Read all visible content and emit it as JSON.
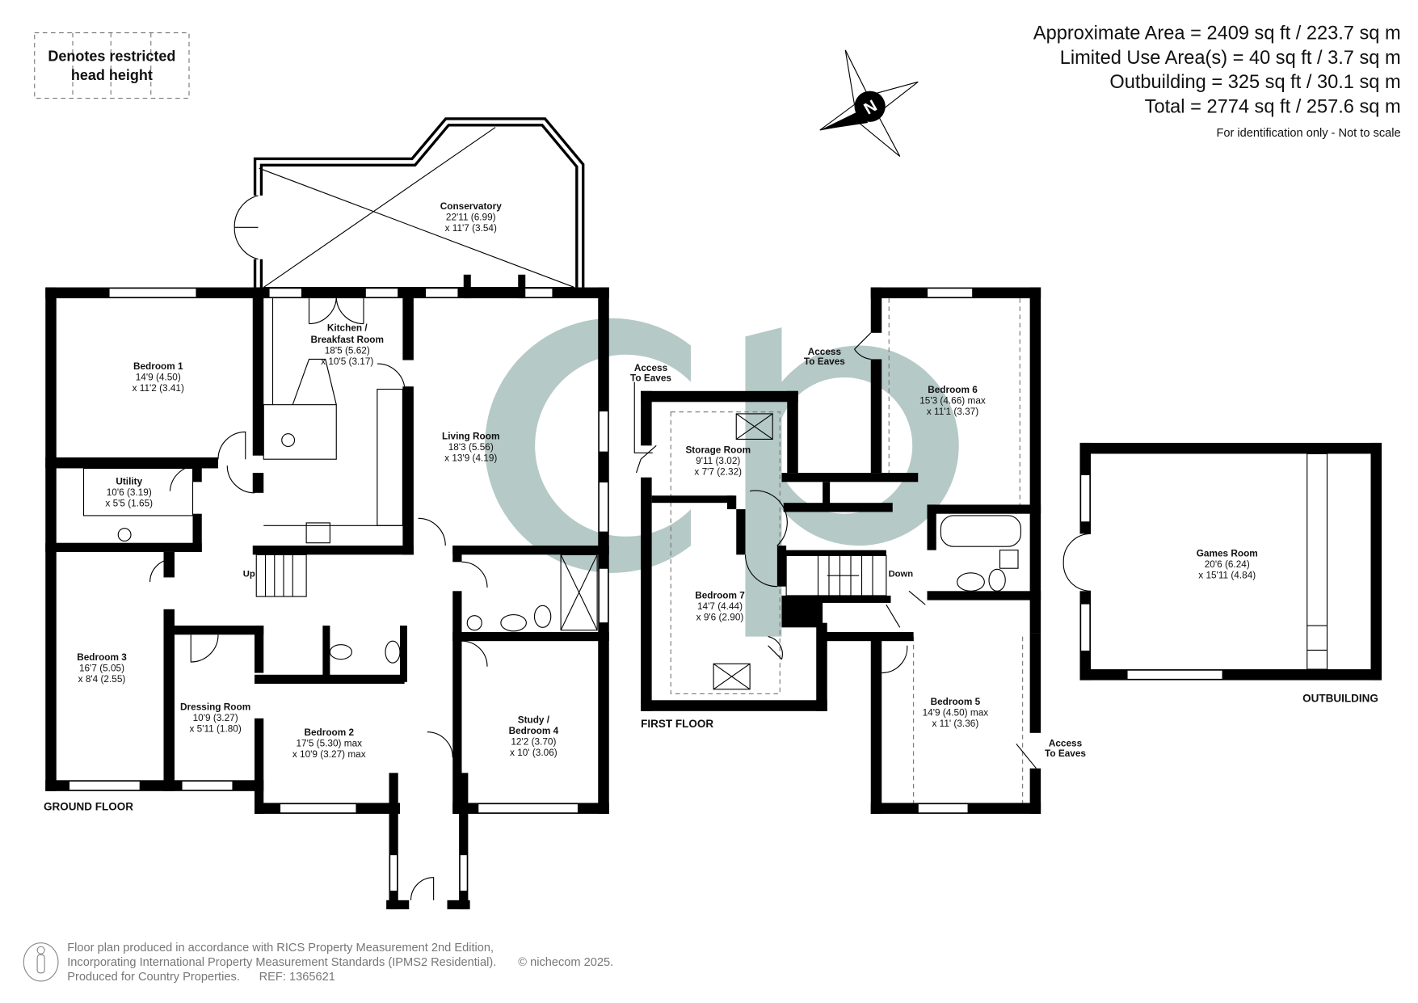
{
  "legend": {
    "line1": "Denotes restricted",
    "line2": "head height"
  },
  "areas": {
    "approximate": "Approximate Area = 2409 sq ft / 223.7 sq m",
    "limited_use": "Limited Use Area(s) = 40 sq ft / 3.7 sq m",
    "outbuilding": "Outbuilding = 325 sq ft / 30.1 sq m",
    "total": "Total = 2774 sq ft / 257.6 sq m",
    "disclaimer": "For identification only - Not to scale"
  },
  "compass": {
    "label": "N"
  },
  "watermark": {
    "color": "#b5c9c6"
  },
  "ground": {
    "label": "GROUND FLOOR",
    "up": "Up",
    "rooms": [
      {
        "name": "Conservatory",
        "dims": [
          "22'11 (6.99)",
          "x 11'7 (3.54)"
        ]
      },
      {
        "name": "Kitchen /",
        "name2": "Breakfast Room",
        "dims": [
          "18'5 (5.62)",
          "x 10'5 (3.17)"
        ]
      },
      {
        "name": "Bedroom 1",
        "dims": [
          "14'9 (4.50)",
          "x 11'2 (3.41)"
        ]
      },
      {
        "name": "Living Room",
        "dims": [
          "18'3 (5.56)",
          "x 13'9 (4.19)"
        ]
      },
      {
        "name": "Utility",
        "dims": [
          "10'6 (3.19)",
          "x 5'5 (1.65)"
        ]
      },
      {
        "name": "Bedroom 3",
        "dims": [
          "16'7 (5.05)",
          "x 8'4 (2.55)"
        ]
      },
      {
        "name": "Dressing Room",
        "dims": [
          "10'9 (3.27)",
          "x 5'11 (1.80)"
        ]
      },
      {
        "name": "Bedroom 2",
        "dims": [
          "17'5 (5.30) max",
          "x 10'9 (3.27) max"
        ]
      },
      {
        "name": "Study /",
        "name2": "Bedroom 4",
        "dims": [
          "12'2 (3.70)",
          "x 10' (3.06)"
        ]
      }
    ]
  },
  "first": {
    "label": "FIRST FLOOR",
    "down": "Down",
    "eaves": [
      "Access",
      "To Eaves"
    ],
    "rooms": [
      {
        "name": "Storage Room",
        "dims": [
          "9'11 (3.02)",
          "x 7'7 (2.32)"
        ]
      },
      {
        "name": "Bedroom 7",
        "dims": [
          "14'7 (4.44)",
          "x 9'6 (2.90)"
        ]
      },
      {
        "name": "Bedroom 6",
        "dims": [
          "15'3 (4.66) max",
          "x 11'1 (3.37)"
        ]
      },
      {
        "name": "Bedroom 5",
        "dims": [
          "14'9 (4.50) max",
          "x 11' (3.36)"
        ]
      }
    ]
  },
  "outbuilding": {
    "label": "OUTBUILDING",
    "rooms": [
      {
        "name": "Games Room",
        "dims": [
          "20'6 (6.24)",
          "x 15'11 (4.84)"
        ]
      }
    ]
  },
  "footer": {
    "line1": "Floor plan produced in accordance with RICS Property Measurement 2nd Edition,",
    "line2": "Incorporating International Property Measurement Standards (IPMS2 Residential).",
    "copyright": "© nichecom 2025.",
    "line3": "Produced for Country Properties.",
    "ref": "REF: 1365621"
  }
}
